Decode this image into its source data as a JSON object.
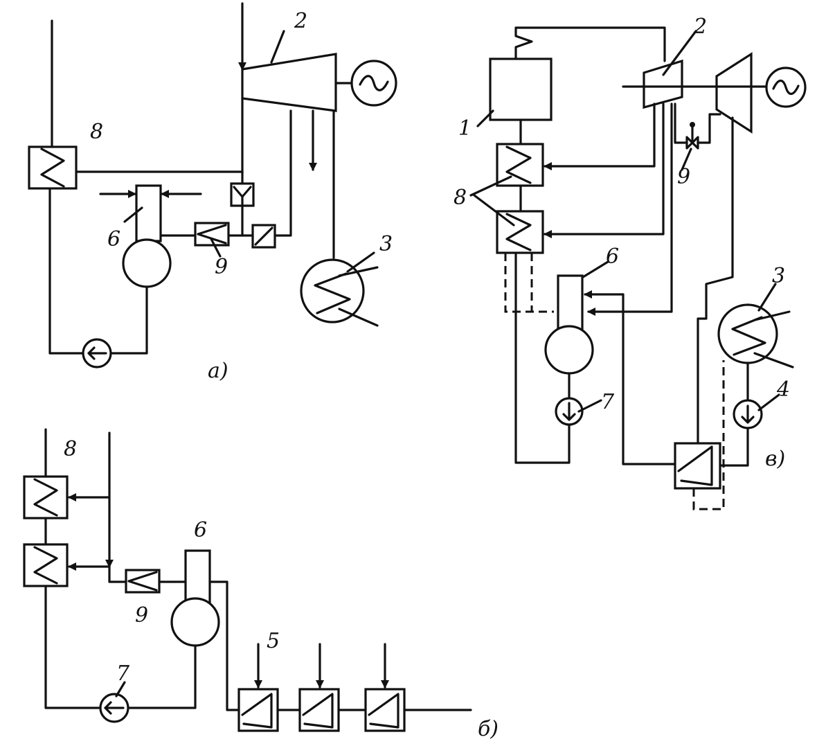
{
  "schemes": {
    "a": {
      "caption": "а)",
      "labels": {
        "turbine": "2",
        "condenser": "3",
        "deaerator": "6",
        "heater": "8",
        "valve": "9"
      }
    },
    "b": {
      "caption": "б)",
      "labels": {
        "lp_heaters": "5",
        "deaerator": "6",
        "feed_pump": "7",
        "heater": "8",
        "valve": "9"
      }
    },
    "v": {
      "caption": "в)",
      "labels": {
        "boiler": "1",
        "turbine": "2",
        "condenser": "3",
        "condensate_pump": "4",
        "deaerator": "6",
        "feed_pump": "7",
        "heaters": "8",
        "valve": "9"
      }
    }
  },
  "icons": [
    "generator-icon",
    "condenser-icon",
    "pump-icon",
    "heat-exchanger-icon",
    "valve-icon",
    "arrow-icon"
  ]
}
